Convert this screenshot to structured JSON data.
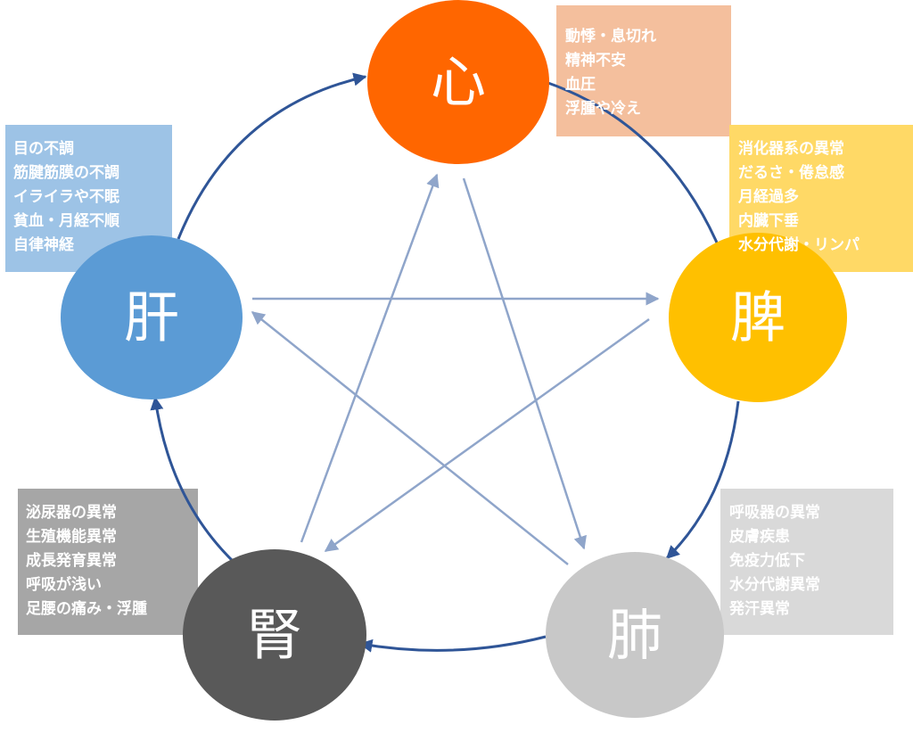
{
  "colors": {
    "cycle_arrow": "#2F5597",
    "control_arrow": "#8FA5CA"
  },
  "organs": [
    {
      "id": "heart",
      "label": "心",
      "color": "#FF6600",
      "box_color": "#F4BF9D",
      "symptoms": [
        "動悸・息切れ",
        "精神不安",
        "血圧",
        "浮腫や冷え"
      ]
    },
    {
      "id": "spleen",
      "label": "脾",
      "color": "#FFC000",
      "box_color": "#FFD966",
      "symptoms": [
        "消化器系の異常",
        "だるさ・倦怠感",
        "月経過多",
        "内臓下垂",
        "水分代謝・リンパ"
      ]
    },
    {
      "id": "lung",
      "label": "肺",
      "color": "#C8C8C8",
      "box_color": "#D9D9D9",
      "symptoms": [
        "呼吸器の異常",
        "皮膚疾患",
        "免疫力低下",
        "水分代謝異常",
        "発汗異常"
      ]
    },
    {
      "id": "kidney",
      "label": "腎",
      "color": "#595959",
      "box_color": "#A6A6A6",
      "symptoms": [
        "泌尿器の異常",
        "生殖機能異常",
        "成長発育異常",
        "呼吸が浅い",
        "足腰の痛み・浮腫"
      ]
    },
    {
      "id": "liver",
      "label": "肝",
      "color": "#5B9BD5",
      "box_color": "#9DC3E6",
      "symptoms": [
        "目の不調",
        "筋腱筋膜の不調",
        "イライラや不眠",
        "貧血・月経不順",
        "自律神経"
      ]
    }
  ]
}
